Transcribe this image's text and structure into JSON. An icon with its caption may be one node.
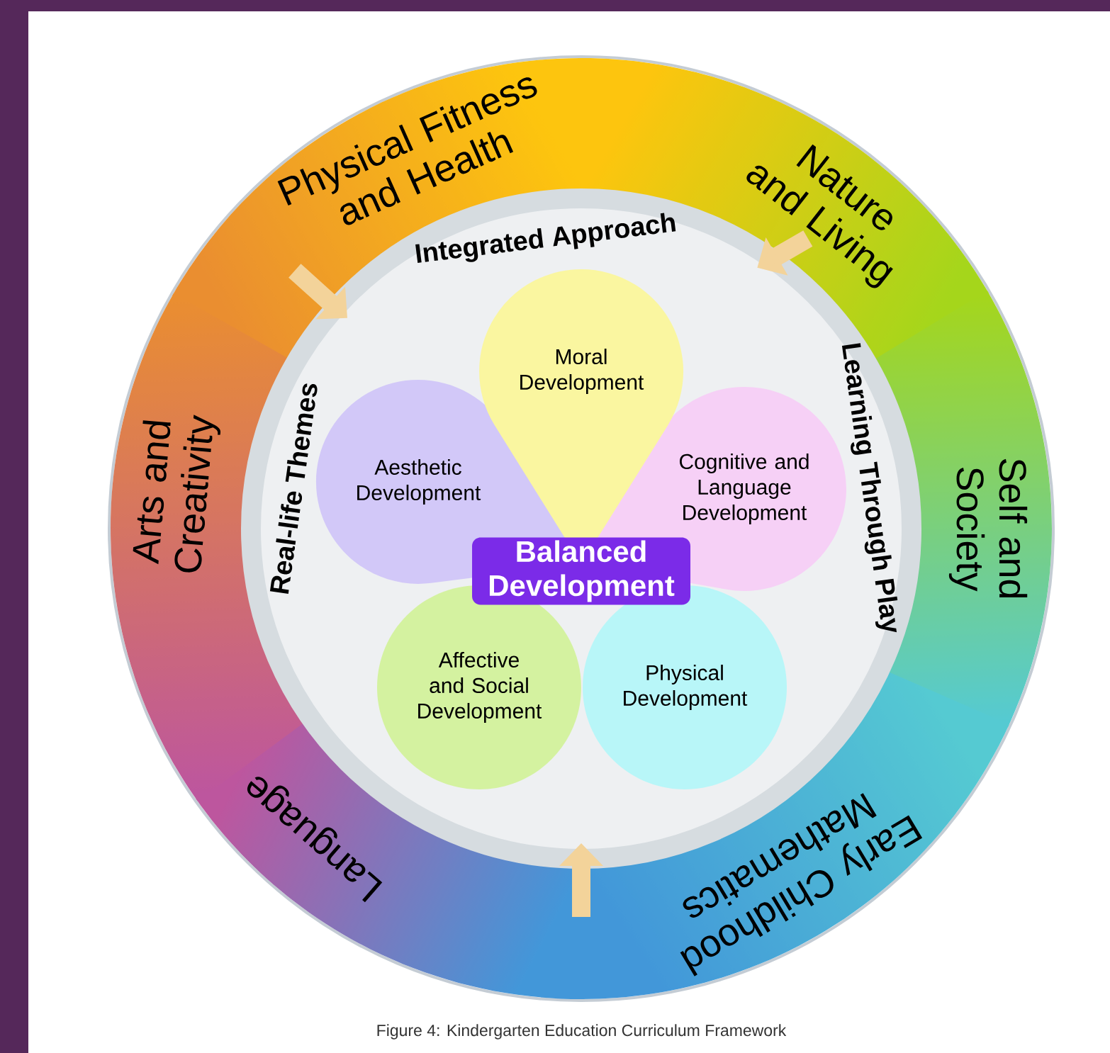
{
  "diagram": {
    "caption": "Figure 4: Kindergarten Education Curriculum Framework",
    "nodes": [
      {
        "text": [
          "Physical Fitness and Health"
        ]
      },
      {
        "text": [
          "Nature and Living"
        ]
      },
      {
        "text": [
          "Self and Society"
        ]
      },
      {
        "text": [
          "Early Childhood Mathematics"
        ]
      },
      {
        "text": [
          "Language"
        ]
      },
      {
        "text": [
          "Arts and Creativity"
        ]
      },
      {
        "text": [
          "Integrated Approach",
          "Learning Through Play",
          "Real-life Themes"
        ]
      },
      {
        "text": [
          "Moral Development"
        ],
        "in": 6
      },
      {
        "text": [
          "Aesthetic Development"
        ],
        "in": 6
      },
      {
        "text": [
          "Cognitive and Language Development"
        ],
        "in": 6
      },
      {
        "text": [
          "Affective and Social Development"
        ],
        "in": 6
      },
      {
        "text": [
          "Physical Development"
        ],
        "in": 6
      },
      {
        "text": [
          "Balanced Development"
        ],
        "in": 6
      }
    ],
    "edges": [
      {
        "from": null,
        "to": 6,
        "arrow": "to"
      },
      {
        "from": 1,
        "to": 6,
        "arrow": "to"
      },
      {
        "from": null,
        "to": 6,
        "arrow": "to"
      }
    ]
  }
}
